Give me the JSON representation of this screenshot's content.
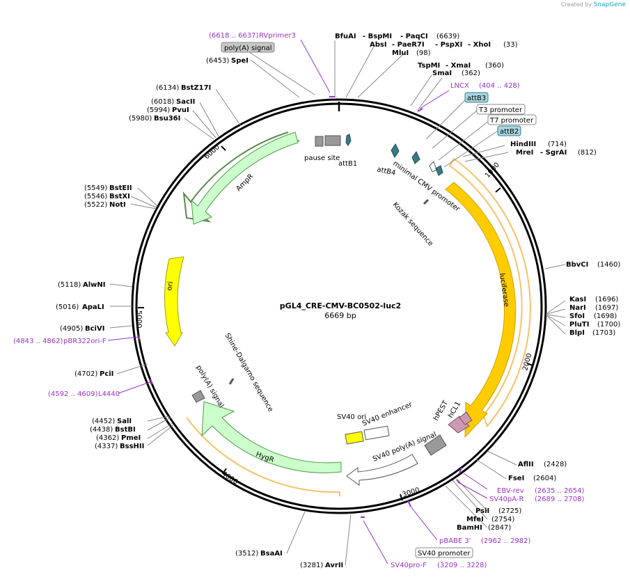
{
  "credit": {
    "created_by": "Created by",
    "brand": "SnapGene"
  },
  "plasmid": {
    "name": "pGL4_CRE-CMV-BC0502-luc2",
    "size": "6669 bp"
  },
  "ticks": [
    "1000",
    "2000",
    "3000",
    "4000",
    "5000",
    "6000"
  ],
  "sites": [
    {
      "name": "BfuAI",
      "pos": "",
      "color": "#000000"
    },
    {
      "name": "- BspMI",
      "pos": "",
      "color": "#000000"
    },
    {
      "name": "- PaqCI",
      "pos": "(6639)",
      "color": "#000000"
    },
    {
      "name": "AbsI",
      "pos": "",
      "color": "#000000"
    },
    {
      "name": "- PaeR7I",
      "pos": "",
      "color": "#000000"
    },
    {
      "name": "- PspXI",
      "pos": "",
      "color": "#000000"
    },
    {
      "name": "- XhoI",
      "pos": "(33)",
      "color": "#000000"
    },
    {
      "name": "MluI",
      "pos": "(98)",
      "color": "#000000"
    },
    {
      "name": "TspMI",
      "pos": "",
      "color": "#000000"
    },
    {
      "name": "- XmaI",
      "pos": "(360)",
      "color": "#000000"
    },
    {
      "name": "SmaI",
      "pos": "(362)",
      "color": "#000000"
    },
    {
      "name": "HindIII",
      "pos": "(714)",
      "color": "#000000"
    },
    {
      "name": "MreI",
      "pos": "",
      "color": "#000000"
    },
    {
      "name": "- SgrAI",
      "pos": "(812)",
      "color": "#000000"
    },
    {
      "name": "BbvCI",
      "pos": "(1460)",
      "color": "#000000"
    },
    {
      "name": "KasI",
      "pos": "(1696)",
      "color": "#000000"
    },
    {
      "name": "NarI",
      "pos": "(1697)",
      "color": "#000000"
    },
    {
      "name": "SfoI",
      "pos": "(1698)",
      "color": "#000000"
    },
    {
      "name": "PluTI",
      "pos": "(1700)",
      "color": "#000000"
    },
    {
      "name": "BlpI",
      "pos": "(1703)",
      "color": "#000000"
    },
    {
      "name": "AflII",
      "pos": "(2428)",
      "color": "#000000"
    },
    {
      "name": "FseI",
      "pos": "(2604)",
      "color": "#000000"
    },
    {
      "name": "PsiI",
      "pos": "(2725)",
      "color": "#000000"
    },
    {
      "name": "MfeI",
      "pos": "(2754)",
      "color": "#000000"
    },
    {
      "name": "BamHI",
      "pos": "(2847)",
      "color": "#000000"
    },
    {
      "name": "AvrII",
      "pos": "(3281)",
      "color": "#000000"
    },
    {
      "name": "BsaAI",
      "pos": "(3512)",
      "color": "#000000"
    },
    {
      "name": "BssHII",
      "pos": "(4337)",
      "color": "#000000"
    },
    {
      "name": "PmeI",
      "pos": "(4362)",
      "color": "#000000"
    },
    {
      "name": "BstBI",
      "pos": "(4438)",
      "color": "#000000"
    },
    {
      "name": "SalI",
      "pos": "(4452)",
      "color": "#000000"
    },
    {
      "name": "PciI",
      "pos": "(4702)",
      "color": "#000000"
    },
    {
      "name": "BciVI",
      "pos": "(4905)",
      "color": "#000000"
    },
    {
      "name": "ApaLI",
      "pos": "(5016)",
      "color": "#000000"
    },
    {
      "name": "AlwNI",
      "pos": "(5118)",
      "color": "#000000"
    },
    {
      "name": "NotI",
      "pos": "(5522)",
      "color": "#000000"
    },
    {
      "name": "BstXI",
      "pos": "(5546)",
      "color": "#000000"
    },
    {
      "name": "BstEII",
      "pos": "(5549)",
      "color": "#000000"
    },
    {
      "name": "Bsu36I",
      "pos": "(5980)",
      "color": "#000000"
    },
    {
      "name": "PvuI",
      "pos": "(5994)",
      "color": "#000000"
    },
    {
      "name": "SacII",
      "pos": "(6018)",
      "color": "#000000"
    },
    {
      "name": "BstZ17I",
      "pos": "(6134)",
      "color": "#000000"
    },
    {
      "name": "SpeI",
      "pos": "(6453)",
      "color": "#000000"
    }
  ],
  "primers": [
    {
      "name": "RVprimer3",
      "range": "(6618 .. 6637)"
    },
    {
      "name": "LNCX",
      "range": "(404 .. 428)"
    },
    {
      "name": "EBV-rev",
      "range": "(2635 .. 2654)"
    },
    {
      "name": "SV40pA-R",
      "range": "(2689 .. 2708)"
    },
    {
      "name": "pBABE 3'",
      "range": "(2962 .. 2982)"
    },
    {
      "name": "SV40pro-F",
      "range": "(3209 .. 3228)"
    },
    {
      "name": "L4440",
      "range": "(4592 .. 4609)"
    },
    {
      "name": "pBR322ori-F",
      "range": "(4843 .. 4862)"
    }
  ],
  "boxed_labels": [
    {
      "name": "poly(A) signal"
    },
    {
      "name": "attB3"
    },
    {
      "name": "T3 promoter"
    },
    {
      "name": "T7 promoter"
    },
    {
      "name": "attB2"
    },
    {
      "name": "SV40 promoter"
    }
  ],
  "features": [
    {
      "name": "luciferase",
      "color": "#ffcc00"
    },
    {
      "name": "HygR",
      "color": "#ccffcc"
    },
    {
      "name": "AmpR",
      "color": "#ccffcc"
    },
    {
      "name": "ori",
      "color": "#ffff00"
    },
    {
      "name": "hPEST",
      "color": "#cc99b2"
    },
    {
      "name": "hCL1",
      "color": "#cc99b2"
    },
    {
      "name": "SV40 poly(A) signal",
      "color": "#999999"
    },
    {
      "name": "SV40 ori",
      "color": "#ffff00"
    },
    {
      "name": "SV40 enhancer",
      "color": "#ffffff"
    },
    {
      "name": "poly(A) signal",
      "color": "#999999"
    },
    {
      "name": "Shine-Dalgarno sequence",
      "color": "#ffffff"
    },
    {
      "name": "Kozak sequence",
      "color": "#ffffff"
    },
    {
      "name": "minimal CMV promoter",
      "color": "#ffffff"
    },
    {
      "name": "attB4",
      "color": "#3a7a88"
    },
    {
      "name": "attB1",
      "color": "#3a7a88"
    },
    {
      "name": "pause site",
      "color": "#999999"
    }
  ]
}
